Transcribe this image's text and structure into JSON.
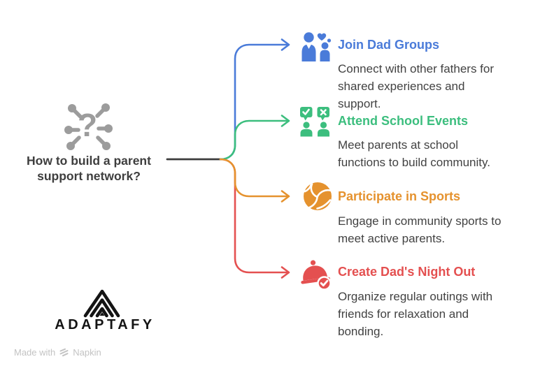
{
  "root": {
    "icon": "question-scatter-icon",
    "question_lines": [
      "How to build a parent",
      "support network?"
    ]
  },
  "branches": [
    {
      "title": "Join Dad Groups",
      "color": "#4a7bd9",
      "icon": "father-child-heart-icon",
      "description_lines": [
        "Connect with other fathers for",
        "shared experiences and",
        "support."
      ]
    },
    {
      "title": "Attend School Events",
      "color": "#3cbe7e",
      "icon": "parents-feedback-bubbles-icon",
      "description_lines": [
        "Meet parents at school",
        "functions to build community."
      ]
    },
    {
      "title": "Participate in Sports",
      "color": "#e5922e",
      "icon": "volleyball-icon",
      "description_lines": [
        "Engage in community sports to",
        "meet active parents."
      ]
    },
    {
      "title": "Create Dad's Night Out",
      "color": "#e45050",
      "icon": "dinner-cloche-check-icon",
      "description_lines": [
        "Organize regular outings with",
        "friends for relaxation and",
        "bonding."
      ]
    }
  ],
  "colors": {
    "root_line": "#3c3c3c",
    "muted_gray": "#9c9c9c",
    "title_text": "#3e3e3e",
    "desc_text": "#424242",
    "brand_black": "#141414",
    "footer_gray": "#c3c3c3"
  },
  "footer": {
    "brand": "ADAPTAFY",
    "made_with_prefix": "Made with",
    "napkin": "Napkin"
  }
}
